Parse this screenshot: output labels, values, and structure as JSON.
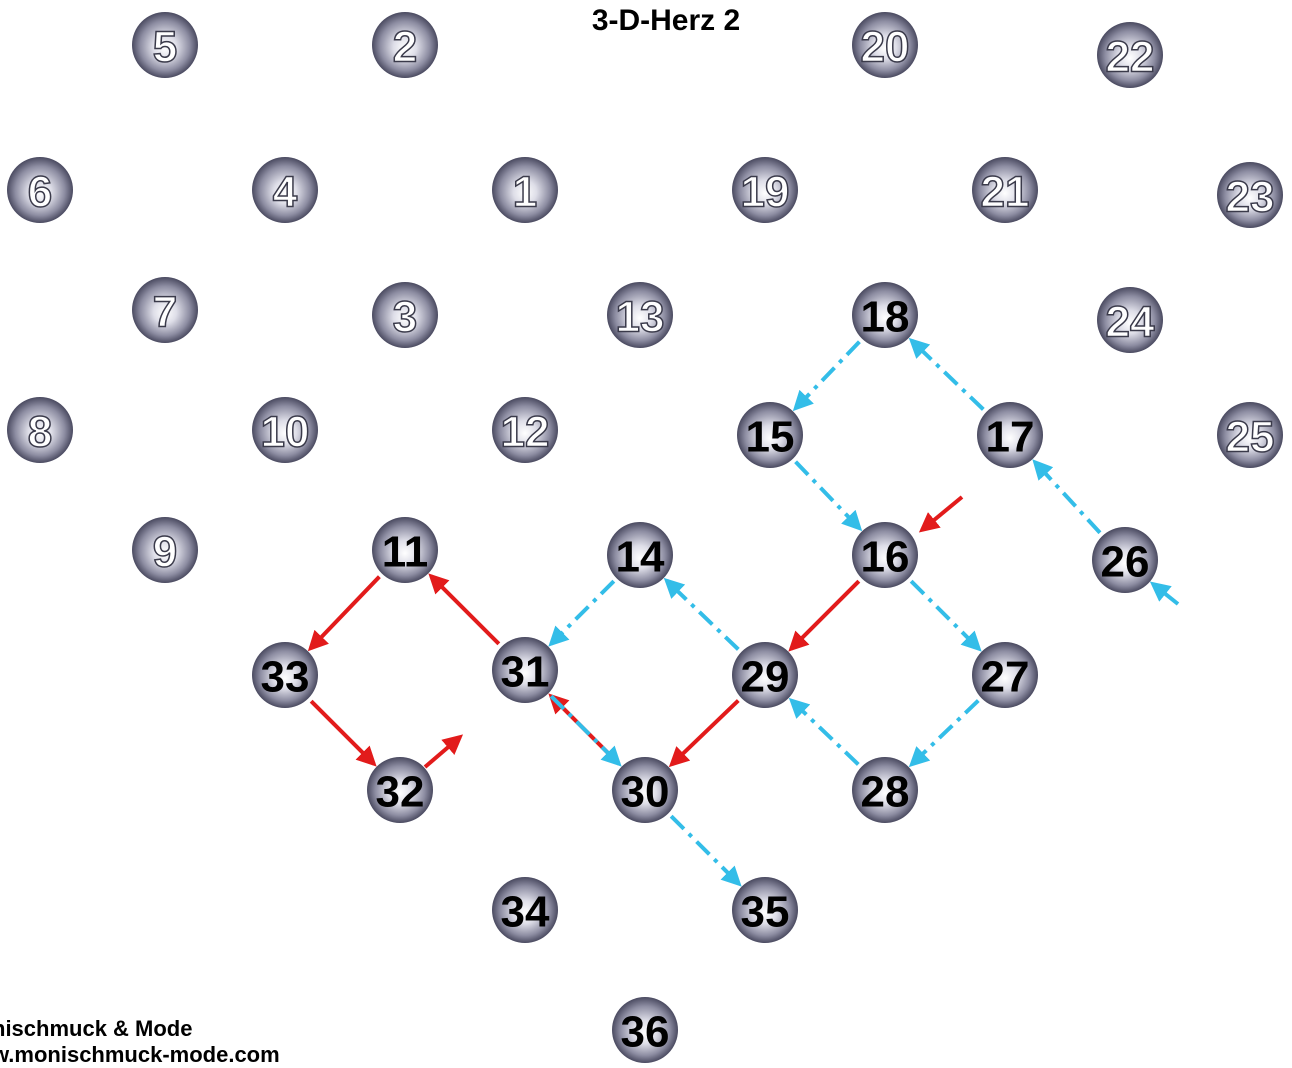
{
  "title": "3-D-Herz 2",
  "footer": {
    "line1": "nischmuck & Mode",
    "line2": "w.monischmuck-mode.com"
  },
  "colors": {
    "red_path": "#e21b1b",
    "cyan_path": "#33bde8",
    "bead_light": "#f2f2f8",
    "bead_dark": "#4a4a60"
  },
  "beads": [
    {
      "n": "5",
      "highlight": false
    },
    {
      "n": "2",
      "highlight": false
    },
    {
      "n": "20",
      "highlight": false
    },
    {
      "n": "22",
      "highlight": false
    },
    {
      "n": "6",
      "highlight": false
    },
    {
      "n": "4",
      "highlight": false
    },
    {
      "n": "1",
      "highlight": false
    },
    {
      "n": "19",
      "highlight": false
    },
    {
      "n": "21",
      "highlight": false
    },
    {
      "n": "23",
      "highlight": false
    },
    {
      "n": "7",
      "highlight": false
    },
    {
      "n": "3",
      "highlight": false
    },
    {
      "n": "13",
      "highlight": false
    },
    {
      "n": "18",
      "highlight": true
    },
    {
      "n": "24",
      "highlight": false
    },
    {
      "n": "8",
      "highlight": false
    },
    {
      "n": "10",
      "highlight": false
    },
    {
      "n": "12",
      "highlight": false
    },
    {
      "n": "15",
      "highlight": true
    },
    {
      "n": "17",
      "highlight": true
    },
    {
      "n": "25",
      "highlight": false
    },
    {
      "n": "9",
      "highlight": false
    },
    {
      "n": "11",
      "highlight": true
    },
    {
      "n": "14",
      "highlight": true
    },
    {
      "n": "16",
      "highlight": true
    },
    {
      "n": "26",
      "highlight": true
    },
    {
      "n": "33",
      "highlight": true
    },
    {
      "n": "31",
      "highlight": true
    },
    {
      "n": "29",
      "highlight": true
    },
    {
      "n": "27",
      "highlight": true
    },
    {
      "n": "32",
      "highlight": true
    },
    {
      "n": "30",
      "highlight": true
    },
    {
      "n": "28",
      "highlight": true
    },
    {
      "n": "34",
      "highlight": true
    },
    {
      "n": "35",
      "highlight": true
    },
    {
      "n": "36",
      "highlight": true
    }
  ],
  "red_path": [
    [
      "16",
      "29"
    ],
    [
      "29",
      "30"
    ],
    [
      "30",
      "31"
    ],
    [
      "31",
      "11"
    ],
    [
      "11",
      "33"
    ],
    [
      "33",
      "32"
    ]
  ],
  "cyan_path": [
    [
      "26",
      "17"
    ],
    [
      "17",
      "18"
    ],
    [
      "18",
      "15"
    ],
    [
      "15",
      "16"
    ],
    [
      "16",
      "27"
    ],
    [
      "27",
      "28"
    ],
    [
      "28",
      "29"
    ],
    [
      "29",
      "14"
    ],
    [
      "14",
      "31"
    ],
    [
      "31",
      "30"
    ],
    [
      "30",
      "35"
    ]
  ]
}
